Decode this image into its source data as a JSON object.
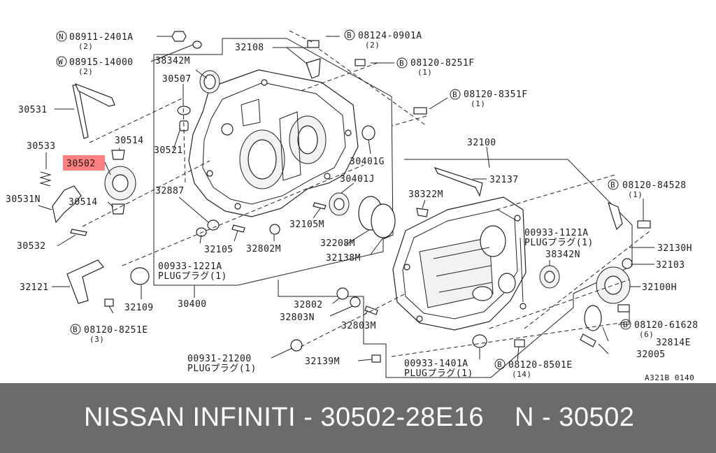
{
  "diagram": {
    "highlight_color": "#ff8080",
    "selected_part": "30502",
    "catalog_ref": "A321B 0140",
    "labels": {
      "p08911": "08911-2401A",
      "p08911_qty": "(2)",
      "p08915": "08915-14000",
      "p08915_qty": "(2)",
      "p38342m_top": "38342M",
      "p30507": "30507",
      "p32108": "32108",
      "p08124": "08124-0901A",
      "p08124_qty": "(2)",
      "p08120_8251f": "08120-8251F",
      "p08120_8251f_qty": "(1)",
      "p08120_8351f": "08120-8351F",
      "p08120_8351f_qty": "(1)",
      "p30531": "30531",
      "p30533": "30533",
      "p30514_top": "30514",
      "p30521": "30521",
      "p30401g": "30401G",
      "p30502": "30502",
      "p32100": "32100",
      "p30531n": "30531N",
      "p30514_bot": "30514",
      "p32887": "32887",
      "p30401j": "30401J",
      "p32137": "32137",
      "p08120_84528": "08120-84528",
      "p08120_84528_qty": "(1)",
      "p38322m": "38322M",
      "p30532": "30532",
      "p32105m": "32105M",
      "p00933_1121a": "00933-1121A",
      "p00933_1121a_plug": "PLUGプラグ(1)",
      "p38342n": "38342N",
      "p32208m": "32208M",
      "p32105": "32105",
      "p32802m": "32802M",
      "p32130h": "32130H",
      "p32138m": "32138M",
      "p00933_1221a": "00933-1221A",
      "p00933_1221a_plug": "PLUGプラグ(1)",
      "p32103": "32103",
      "p32121": "32121",
      "p32100h": "32100H",
      "p32109": "32109",
      "p30400": "30400",
      "p32802": "32802",
      "p32803n": "32803N",
      "p32803m": "32803M",
      "p08120_61628": "08120-61628",
      "p08120_61628_qty": "(6)",
      "p08120_8251e": "08120-8251E",
      "p08120_8251e_qty": "(3)",
      "p32814e": "32814E",
      "p00931_21200": "00931-21200",
      "p00931_21200_plug": "PLUGプラグ(1)",
      "p32005": "32005",
      "p32139m": "32139M",
      "p00933_1401a": "00933-1401A",
      "p00933_1401a_plug": "PLUGプラグ(1)",
      "p08120_8501e": "08120-8501E",
      "p08120_8501e_qty": "(14)"
    },
    "prefixes": {
      "n": "N",
      "w": "W",
      "b": "B"
    }
  },
  "footer": {
    "title": "NISSAN INFINITI - 30502-28E16",
    "code": "N - 30502"
  }
}
